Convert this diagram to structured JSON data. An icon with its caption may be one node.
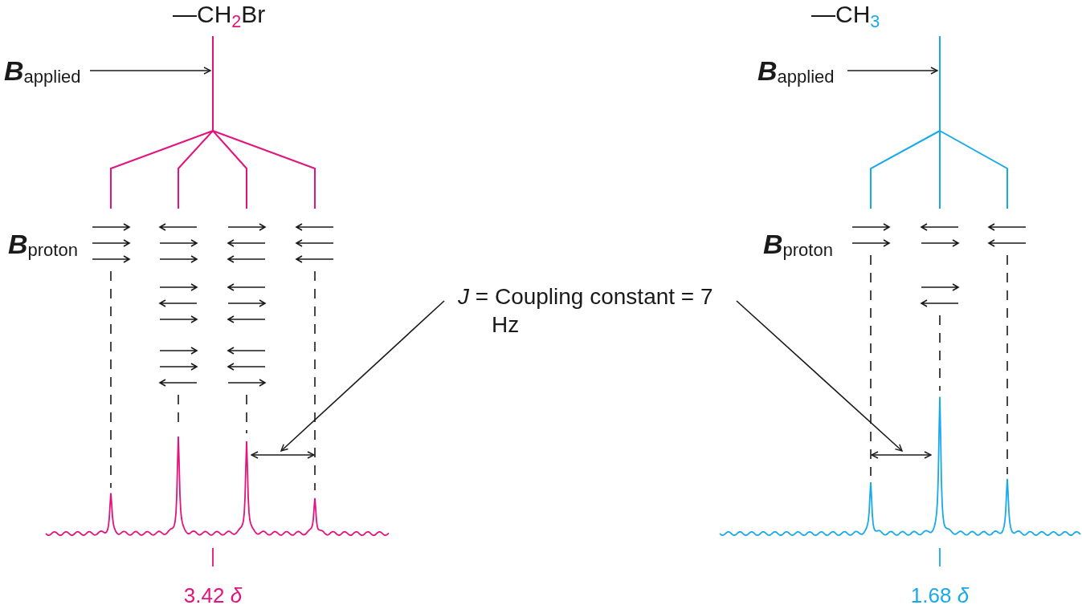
{
  "diagram": {
    "nodes": [
      {
        "text": [
          "—CH$_{2}$Br"
        ]
      },
      {
        "text": [
          "**B**$_{applied}$"
        ]
      },
      {
        "text": [],
        "shape": "line"
      },
      {
        "text": [
          "—CH$_{3}$"
        ]
      },
      {
        "text": [
          "**B**$_{applied}$"
        ]
      },
      {
        "text": [],
        "shape": "line"
      },
      {
        "text": [
          "*J* = Coupling constant = 7 Hz"
        ]
      },
      {
        "text": [],
        "shape": "line"
      },
      {
        "text": [],
        "shape": "line"
      }
    ],
    "edges": [
      {
        "from": 1,
        "to": 2,
        "arrow": "to"
      },
      {
        "from": 4,
        "to": 5,
        "arrow": "to"
      },
      {
        "from": 6,
        "to": 7,
        "arrow": "to"
      },
      {
        "from": 6,
        "to": 8,
        "arrow": "to"
      }
    ],
    "labels": [
      "**B**$_{proton}$",
      "**B**$_{proton}$",
      "3.42 *δ*",
      "1.68 *δ*"
    ]
  }
}
